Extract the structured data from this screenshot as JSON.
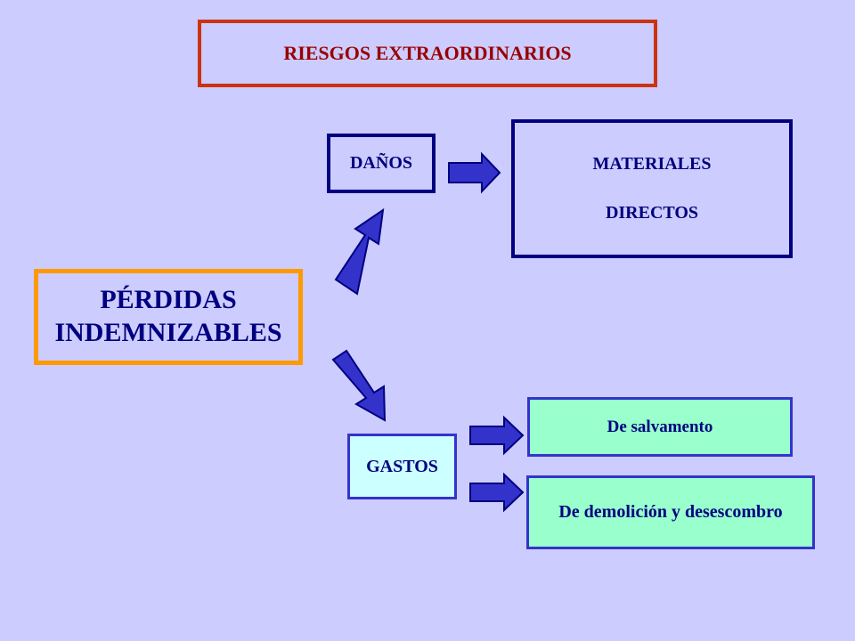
{
  "title": "RIESGOS EXTRAORDINARIOS",
  "root": {
    "line1": "PÉRDIDAS",
    "line2": "INDEMNIZABLES"
  },
  "danos": "DAÑOS",
  "materiales": {
    "line1": "MATERIALES",
    "line2": "DIRECTOS"
  },
  "gastos": "GASTOS",
  "salvamento": "De salvamento",
  "demolicion": "De demolición y desescombro",
  "colors": {
    "background": "#ccccff",
    "arrow_fill": "#3333cc",
    "arrow_stroke": "#000080",
    "title_border": "#cc3311",
    "root_border": "#ff9900",
    "leaf_fill": "#99ffcc",
    "gastos_fill": "#ccffff"
  }
}
